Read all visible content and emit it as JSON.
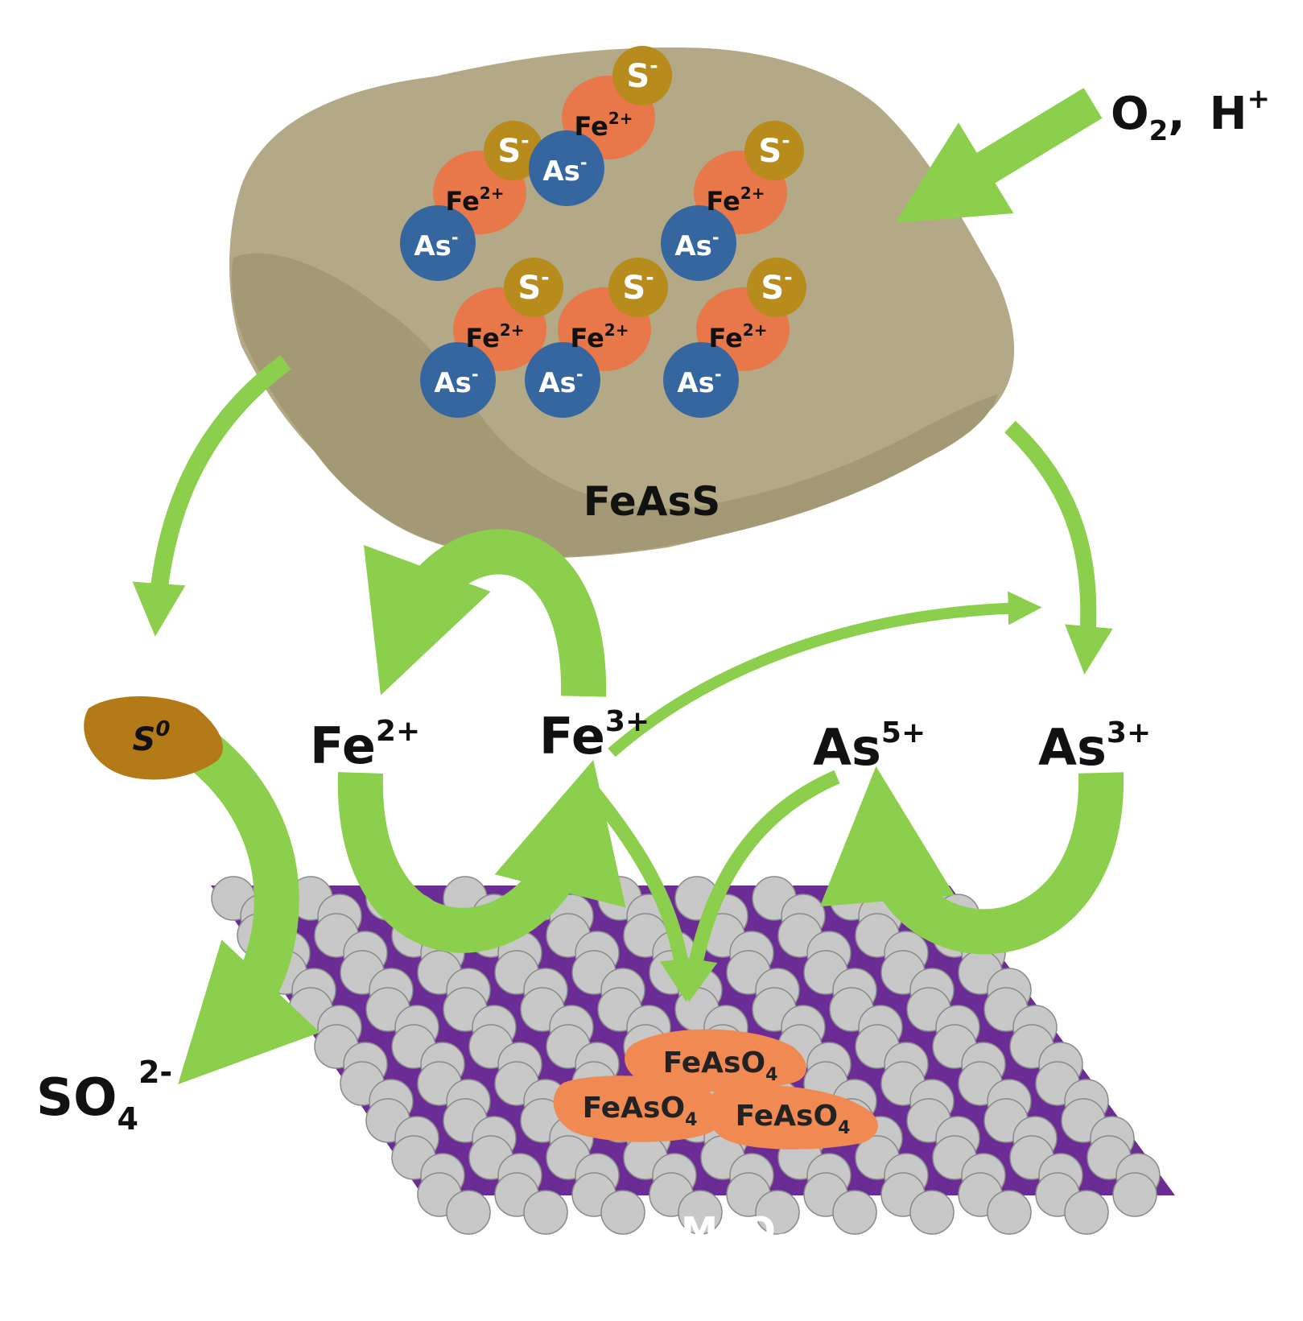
{
  "colors": {
    "arrow": "#8ccf4d",
    "rock": "#b3a987",
    "rock_shadow": "#a39a75",
    "fe_atom": "#e8774a",
    "as_atom": "#3566a0",
    "s_atom": "#b78b1c",
    "sulfur": "#b37a17",
    "mn_lattice": "#6c2c96",
    "o_atom": "#c8c8c8",
    "product": "#f08a52"
  },
  "labels": {
    "oxidant_o": "O",
    "oxidant_o_sub": "2",
    "oxidant_sep": ",",
    "oxidant_h": "H",
    "oxidant_h_sup": "+",
    "mineral": "FeAsS",
    "sulfur_elem": "S",
    "sulfur_elem_sup": "0",
    "fe2": "Fe",
    "fe2_sup": "2+",
    "fe3": "Fe",
    "fe3_sup": "3+",
    "as5": "As",
    "as5_sup": "5+",
    "as3": "As",
    "as3_sup": "3+",
    "sulfate": "SO",
    "sulfate_sub": "4",
    "sulfate_sup": "2-",
    "oxide_prefix": "δ-MnO",
    "oxide_sub": "2",
    "product": "FeAsO",
    "product_sub": "4"
  },
  "atoms": {
    "s": "S",
    "s_charge": "-",
    "fe": "Fe",
    "fe_charge": "2+",
    "as": "As",
    "as_charge": "-"
  },
  "icons": {
    "mineral_particle": "rock-icon",
    "oxide_lattice": "lattice-icon",
    "process_arrows": "arrow-icon"
  }
}
